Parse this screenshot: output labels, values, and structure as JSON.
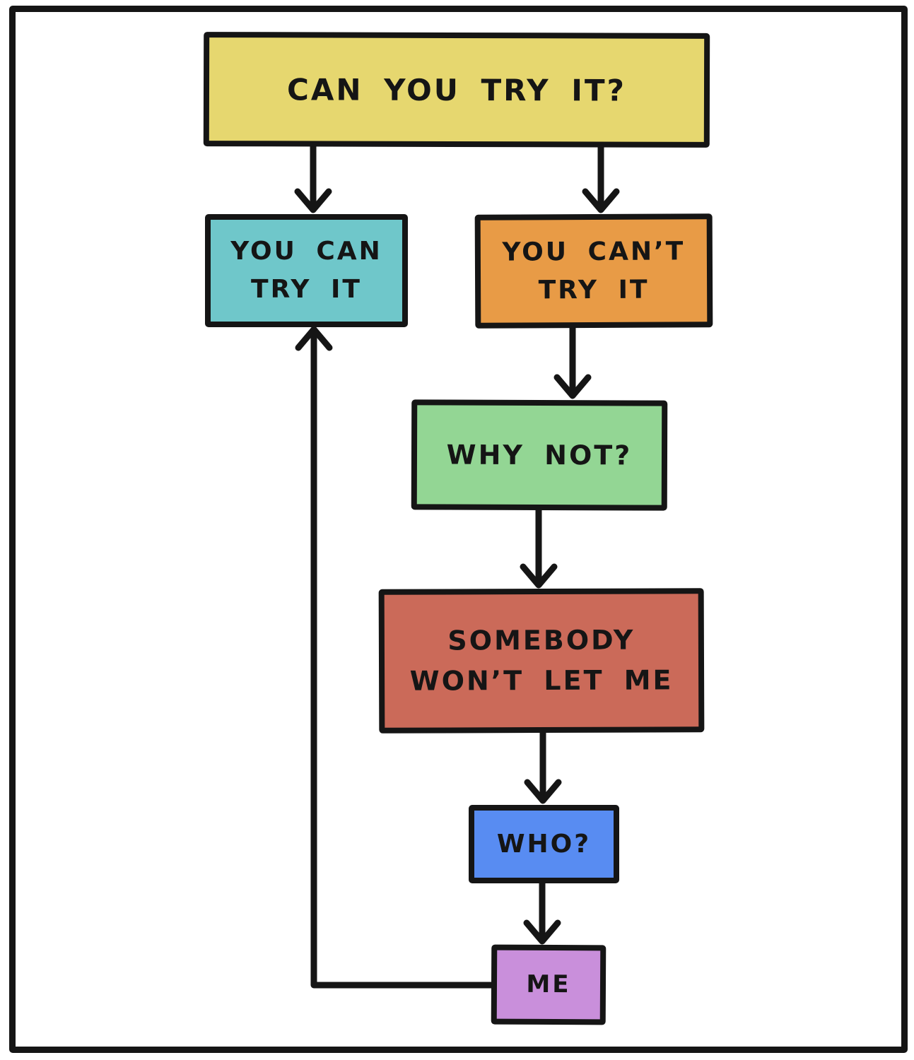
{
  "diagram": {
    "type": "flowchart",
    "style": "hand-drawn comic",
    "colors": {
      "background": "#ffffff",
      "ink": "#151515"
    },
    "nodes": {
      "canYouTryIt": {
        "label": "CAN YOU TRY IT?",
        "color": "#e6d76f"
      },
      "youCanTryIt": {
        "label": "YOU CAN\nTRY IT",
        "color": "#6fc7ca"
      },
      "youCantTryIt": {
        "label": "YOU CAN’T\nTRY IT",
        "color": "#e89b46"
      },
      "whyNot": {
        "label": "WHY NOT?",
        "color": "#93d694"
      },
      "somebodyWontLetMe": {
        "label": "SOMEBODY\nWON’T LET ME",
        "color": "#cb6a59"
      },
      "who": {
        "label": "WHO?",
        "color": "#588cf2"
      },
      "me": {
        "label": "ME",
        "color": "#c98fdb"
      }
    },
    "edges": [
      {
        "from": "CAN YOU TRY IT?",
        "to": "YOU CAN TRY IT"
      },
      {
        "from": "CAN YOU TRY IT?",
        "to": "YOU CAN’T TRY IT"
      },
      {
        "from": "YOU CAN’T TRY IT",
        "to": "WHY NOT?"
      },
      {
        "from": "WHY NOT?",
        "to": "SOMEBODY WON’T LET ME"
      },
      {
        "from": "SOMEBODY WON’T LET ME",
        "to": "WHO?"
      },
      {
        "from": "WHO?",
        "to": "ME"
      },
      {
        "from": "ME",
        "to": "YOU CAN TRY IT"
      }
    ]
  }
}
